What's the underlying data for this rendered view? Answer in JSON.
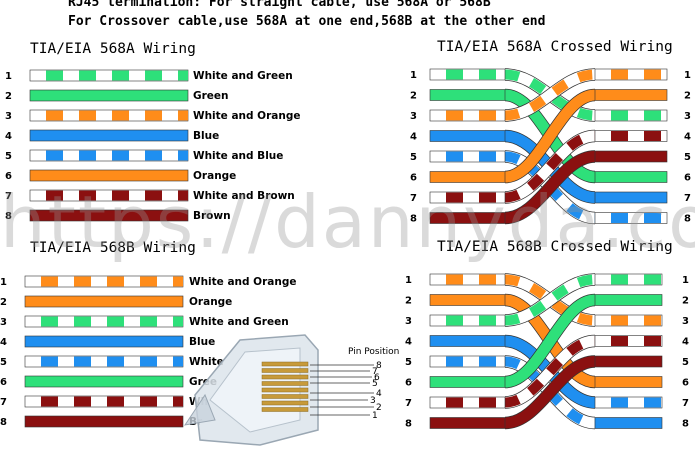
{
  "header": {
    "line1": "RJ45 termination: For straight cable, use 568A or 568B",
    "line2": "For Crossover cable,use 568A at one end,568B at the other end"
  },
  "diagrams": {
    "a_wiring": {
      "title": "TIA/EIA 568A Wiring",
      "rows": [
        {
          "pin": "1",
          "label": "White and Green",
          "color": "#2ee07a",
          "striped": true
        },
        {
          "pin": "2",
          "label": "Green",
          "color": "#2ee07a",
          "striped": false
        },
        {
          "pin": "3",
          "label": "White and Orange",
          "color": "#ff8c1a",
          "striped": true
        },
        {
          "pin": "4",
          "label": "Blue",
          "color": "#1f8ff0",
          "striped": false
        },
        {
          "pin": "5",
          "label": "White and Blue",
          "color": "#1f8ff0",
          "striped": true
        },
        {
          "pin": "6",
          "label": "Orange",
          "color": "#ff8c1a",
          "striped": false
        },
        {
          "pin": "7",
          "label": "White and Brown",
          "color": "#8b1010",
          "striped": true
        },
        {
          "pin": "8",
          "label": "Brown",
          "color": "#8b1010",
          "striped": false
        }
      ]
    },
    "b_wiring": {
      "title": "TIA/EIA 568B Wiring",
      "rows": [
        {
          "pin": "1",
          "label": "White and Orange",
          "color": "#ff8c1a",
          "striped": true
        },
        {
          "pin": "2",
          "label": "Orange",
          "color": "#ff8c1a",
          "striped": false
        },
        {
          "pin": "3",
          "label": "White and Green",
          "color": "#2ee07a",
          "striped": true
        },
        {
          "pin": "4",
          "label": "Blue",
          "color": "#1f8ff0",
          "striped": false
        },
        {
          "pin": "5",
          "label": "White",
          "color": "#1f8ff0",
          "striped": true
        },
        {
          "pin": "6",
          "label": "Gree",
          "color": "#2ee07a",
          "striped": false
        },
        {
          "pin": "7",
          "label": "Wh",
          "color": "#8b1010",
          "striped": true
        },
        {
          "pin": "8",
          "label": "Br",
          "color": "#8b1010",
          "striped": false
        }
      ]
    },
    "a_crossed": {
      "title": "TIA/EIA 568A Crossed Wiring",
      "left_pins": [
        "1",
        "2",
        "3",
        "4",
        "5",
        "6",
        "7",
        "8"
      ],
      "right_pins": [
        "1",
        "2",
        "3",
        "4",
        "5",
        "6",
        "7",
        "8"
      ],
      "left_colors": [
        {
          "color": "#2ee07a",
          "striped": true
        },
        {
          "color": "#2ee07a",
          "striped": false
        },
        {
          "color": "#ff8c1a",
          "striped": true
        },
        {
          "color": "#1f8ff0",
          "striped": false
        },
        {
          "color": "#1f8ff0",
          "striped": true
        },
        {
          "color": "#ff8c1a",
          "striped": false
        },
        {
          "color": "#8b1010",
          "striped": true
        },
        {
          "color": "#8b1010",
          "striped": false
        }
      ],
      "right_colors": [
        {
          "color": "#ff8c1a",
          "striped": true
        },
        {
          "color": "#ff8c1a",
          "striped": false
        },
        {
          "color": "#2ee07a",
          "striped": true
        },
        {
          "color": "#8b1010",
          "striped": true
        },
        {
          "color": "#8b1010",
          "striped": false
        },
        {
          "color": "#2ee07a",
          "striped": false
        },
        {
          "color": "#1f8ff0",
          "striped": false
        },
        {
          "color": "#1f8ff0",
          "striped": true
        }
      ],
      "mapping": [
        3,
        6,
        1,
        7,
        8,
        2,
        4,
        5
      ]
    },
    "b_crossed": {
      "title": "TIA/EIA 568B Crossed Wiring",
      "left_pins": [
        "1",
        "2",
        "3",
        "4",
        "5",
        "6",
        "7",
        "8"
      ],
      "right_pins": [
        "1",
        "2",
        "3",
        "4",
        "5",
        "6",
        "7",
        "8"
      ],
      "left_colors": [
        {
          "color": "#ff8c1a",
          "striped": true
        },
        {
          "color": "#ff8c1a",
          "striped": false
        },
        {
          "color": "#2ee07a",
          "striped": true
        },
        {
          "color": "#1f8ff0",
          "striped": false
        },
        {
          "color": "#1f8ff0",
          "striped": true
        },
        {
          "color": "#2ee07a",
          "striped": false
        },
        {
          "color": "#8b1010",
          "striped": true
        },
        {
          "color": "#8b1010",
          "striped": false
        }
      ],
      "right_colors": [
        {
          "color": "#2ee07a",
          "striped": true
        },
        {
          "color": "#2ee07a",
          "striped": false
        },
        {
          "color": "#ff8c1a",
          "striped": true
        },
        {
          "color": "#8b1010",
          "striped": true
        },
        {
          "color": "#8b1010",
          "striped": false
        },
        {
          "color": "#ff8c1a",
          "striped": false
        },
        {
          "color": "#1f8ff0",
          "striped": true
        },
        {
          "color": "#1f8ff0",
          "striped": false
        }
      ],
      "mapping": [
        3,
        6,
        1,
        7,
        8,
        2,
        4,
        5
      ]
    }
  },
  "connector": {
    "label": "Pin Position",
    "pin_numbers": [
      "8",
      "7",
      "6",
      "5",
      "4",
      "3",
      "2",
      "1"
    ]
  },
  "watermark": "https://dannyda.com"
}
